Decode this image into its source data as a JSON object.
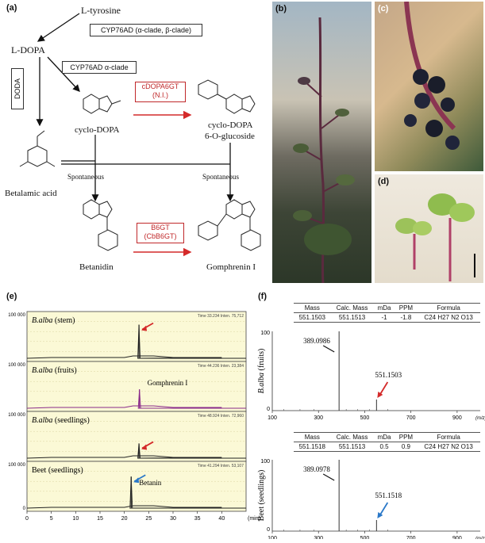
{
  "panels": {
    "a": "(a)",
    "b": "(b)",
    "c": "(c)",
    "d": "(d)",
    "e": "(e)",
    "f": "(f)"
  },
  "pathway": {
    "l_tyrosine": "L-tyrosine",
    "l_dopa": "L-DOPA",
    "cyp_ab": "CYP76AD (α-clade, β-clade)",
    "cyp_a": "CYP76AD α-clade",
    "doda": "DODA",
    "cyclo_dopa": "cyclo-DOPA",
    "cdopa6gt": "cDOPA6GT",
    "cdopa6gt_note": "(N.I.)",
    "cyclo_dopa_glc_1": "cyclo-DOPA",
    "cyclo_dopa_glc_2": "6-O-glucoside",
    "betalamic": "Betalamic acid",
    "spont_left": "Spontaneous",
    "spont_right": "Spontaneous",
    "b6gt": "B6GT",
    "b6gt_note": "(CbB6GT)",
    "betanidin": "Betanidin",
    "gomphrenin": "Gomphrenin I"
  },
  "chromatograms": {
    "x_unit": "(min)",
    "x_ticks": [
      "0",
      "5",
      "10",
      "15",
      "20",
      "25",
      "30",
      "35",
      "40"
    ],
    "y_top": "100 000",
    "y_zero": "0",
    "traces": [
      {
        "label_species": "B.alba",
        "label_part": " (stem)",
        "header": "Time 33.234  Inten.  75,712",
        "peak_min": 23.0,
        "peak_height": 0.8,
        "arrow": "red",
        "note": ""
      },
      {
        "label_species": "B.alba",
        "label_part": " (fruits)",
        "header": "Time 44.236  Inten.  23,384",
        "peak_min": 23.1,
        "peak_height": 0.45,
        "arrow": "none",
        "note": "Gomphrenin I"
      },
      {
        "label_species": "B.alba",
        "label_part": " (seedlings)",
        "header": "Time 48.924  Inten.  72,960",
        "peak_min": 23.0,
        "peak_height": 0.35,
        "arrow": "red",
        "note": ""
      },
      {
        "label_species": "",
        "label_part": "Beet (seedlings)",
        "header": "Time 41.294  Inten.  53,107",
        "peak_min": 21.4,
        "peak_height": 0.75,
        "arrow": "blue",
        "note": "Betanin"
      }
    ]
  },
  "mass_spectra": {
    "headers": [
      "Mass",
      "Calc. Mass",
      "mDa",
      "PPM",
      "Formula"
    ],
    "x_ticks": [
      "100",
      "300",
      "500",
      "700",
      "900"
    ],
    "x_unit": "(m/z)",
    "y_top": "100",
    "y_zero": "0",
    "spectra": [
      {
        "row": [
          "551.1503",
          "551.1513",
          "-1",
          "-1.8",
          "C24 H27 N2 O13"
        ],
        "ylabel_species": "B.alba",
        "ylabel_part": " (fruits)",
        "peak1": "389.0986",
        "peak2": "551.1503",
        "arrow": "red"
      },
      {
        "row": [
          "551.1518",
          "551.1513",
          "0.5",
          "0.9",
          "C24 H27 N2 O13"
        ],
        "ylabel_species": "",
        "ylabel_part": "Beet (seedlings)",
        "peak1": "389.0978",
        "peak2": "551.1518",
        "arrow": "blue"
      }
    ]
  },
  "colors": {
    "red": "#d42a2a",
    "blue": "#2a78c8",
    "trace": "#222222",
    "chrom_bg": "#fbf9d6"
  }
}
